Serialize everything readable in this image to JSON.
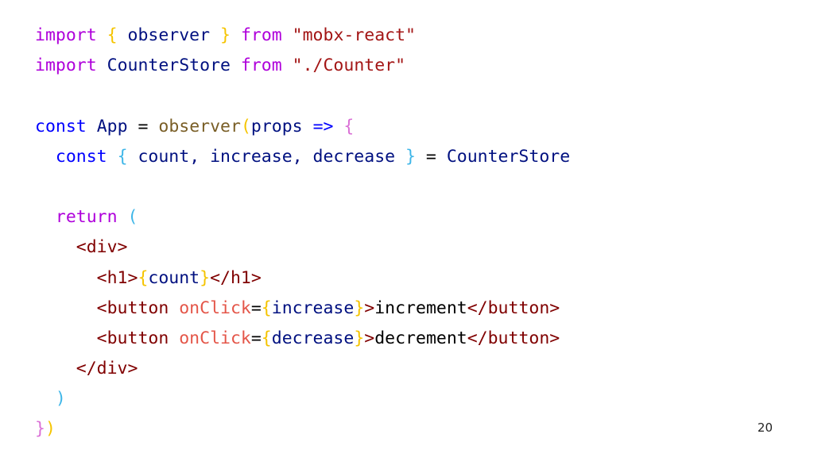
{
  "colors": {
    "keyword": "#af00db",
    "identifier": "#001080",
    "string": "#a31515",
    "brace1": "#f5c400",
    "brace2": "#da70d6",
    "brace3": "#3fb6e8",
    "function": "#795e26",
    "operator": "#000000",
    "const": "#0000ff",
    "tag": "#800000",
    "attribute": "#e45649",
    "text": "#000000"
  },
  "code_lines": [
    [
      {
        "t": "import",
        "c": "keyword"
      },
      {
        "t": " "
      },
      {
        "t": "{",
        "c": "brace1"
      },
      {
        "t": " observer ",
        "c": "identifier"
      },
      {
        "t": "}",
        "c": "brace1"
      },
      {
        "t": " "
      },
      {
        "t": "from",
        "c": "keyword"
      },
      {
        "t": " "
      },
      {
        "t": "\"mobx-react\"",
        "c": "string"
      }
    ],
    [
      {
        "t": "import",
        "c": "keyword"
      },
      {
        "t": " "
      },
      {
        "t": "CounterStore",
        "c": "identifier"
      },
      {
        "t": " "
      },
      {
        "t": "from",
        "c": "keyword"
      },
      {
        "t": " "
      },
      {
        "t": "\"./Counter\"",
        "c": "string"
      }
    ],
    [],
    [
      {
        "t": "const",
        "c": "const"
      },
      {
        "t": " "
      },
      {
        "t": "App",
        "c": "identifier"
      },
      {
        "t": " = ",
        "c": "operator"
      },
      {
        "t": "observer",
        "c": "function"
      },
      {
        "t": "(",
        "c": "brace1"
      },
      {
        "t": "props",
        "c": "identifier"
      },
      {
        "t": " "
      },
      {
        "t": "=>",
        "c": "const"
      },
      {
        "t": " "
      },
      {
        "t": "{",
        "c": "brace2"
      }
    ],
    [
      {
        "t": "  "
      },
      {
        "t": "const",
        "c": "const"
      },
      {
        "t": " "
      },
      {
        "t": "{",
        "c": "brace3"
      },
      {
        "t": " count, increase, decrease ",
        "c": "identifier"
      },
      {
        "t": "}",
        "c": "brace3"
      },
      {
        "t": " = ",
        "c": "operator"
      },
      {
        "t": "CounterStore",
        "c": "identifier"
      }
    ],
    [],
    [
      {
        "t": "  "
      },
      {
        "t": "return",
        "c": "keyword"
      },
      {
        "t": " "
      },
      {
        "t": "(",
        "c": "brace3"
      }
    ],
    [
      {
        "t": "    "
      },
      {
        "t": "<div>",
        "c": "tag"
      }
    ],
    [
      {
        "t": "      "
      },
      {
        "t": "<h1>",
        "c": "tag"
      },
      {
        "t": "{",
        "c": "brace1"
      },
      {
        "t": "count",
        "c": "identifier"
      },
      {
        "t": "}",
        "c": "brace1"
      },
      {
        "t": "</h1>",
        "c": "tag"
      }
    ],
    [
      {
        "t": "      "
      },
      {
        "t": "<button",
        "c": "tag"
      },
      {
        "t": " "
      },
      {
        "t": "onClick",
        "c": "attribute"
      },
      {
        "t": "=",
        "c": "operator"
      },
      {
        "t": "{",
        "c": "brace1"
      },
      {
        "t": "increase",
        "c": "identifier"
      },
      {
        "t": "}",
        "c": "brace1"
      },
      {
        "t": ">",
        "c": "tag"
      },
      {
        "t": "increment",
        "c": "text"
      },
      {
        "t": "</button>",
        "c": "tag"
      }
    ],
    [
      {
        "t": "      "
      },
      {
        "t": "<button",
        "c": "tag"
      },
      {
        "t": " "
      },
      {
        "t": "onClick",
        "c": "attribute"
      },
      {
        "t": "=",
        "c": "operator"
      },
      {
        "t": "{",
        "c": "brace1"
      },
      {
        "t": "decrease",
        "c": "identifier"
      },
      {
        "t": "}",
        "c": "brace1"
      },
      {
        "t": ">",
        "c": "tag"
      },
      {
        "t": "decrement",
        "c": "text"
      },
      {
        "t": "</button>",
        "c": "tag"
      }
    ],
    [
      {
        "t": "    "
      },
      {
        "t": "</div>",
        "c": "tag"
      }
    ],
    [
      {
        "t": "  "
      },
      {
        "t": ")",
        "c": "brace3"
      }
    ],
    [
      {
        "t": "}",
        "c": "brace2"
      },
      {
        "t": ")",
        "c": "brace1"
      }
    ]
  ],
  "page_number": "20"
}
